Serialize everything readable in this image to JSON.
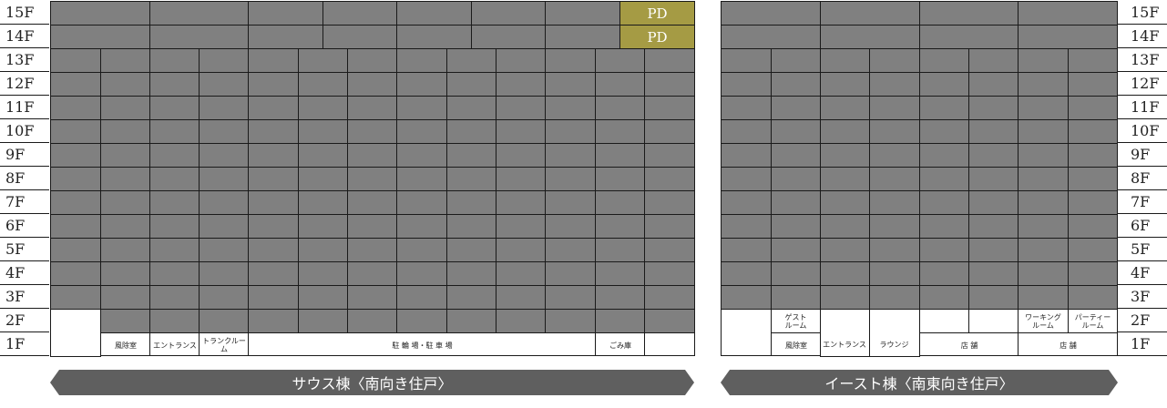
{
  "floors": [
    "15F",
    "14F",
    "13F",
    "12F",
    "11F",
    "10F",
    "9F",
    "8F",
    "7F",
    "6F",
    "5F",
    "4F",
    "3F",
    "2F",
    "1F"
  ],
  "pd_label": "PD",
  "south": {
    "banner": "サウス棟〈南向き住戸〉",
    "ground": [
      "風除室",
      "エントランス",
      "トランクルーム",
      "駐 輪 場・駐 車 場",
      "ごみ庫"
    ]
  },
  "east": {
    "banner": "イースト棟〈南東向き住戸〉",
    "second": [
      "ゲスト\nルーム",
      "ワーキング\nルーム",
      "パーティー\nルーム"
    ],
    "ground": [
      "風除室",
      "エントランス",
      "ラウンジ",
      "店 舗",
      "店 舗"
    ]
  },
  "colors": {
    "unit": "#808080",
    "pd": "#a59b44",
    "banner": "#5f5f5f",
    "grid": "#1a1a1a"
  }
}
